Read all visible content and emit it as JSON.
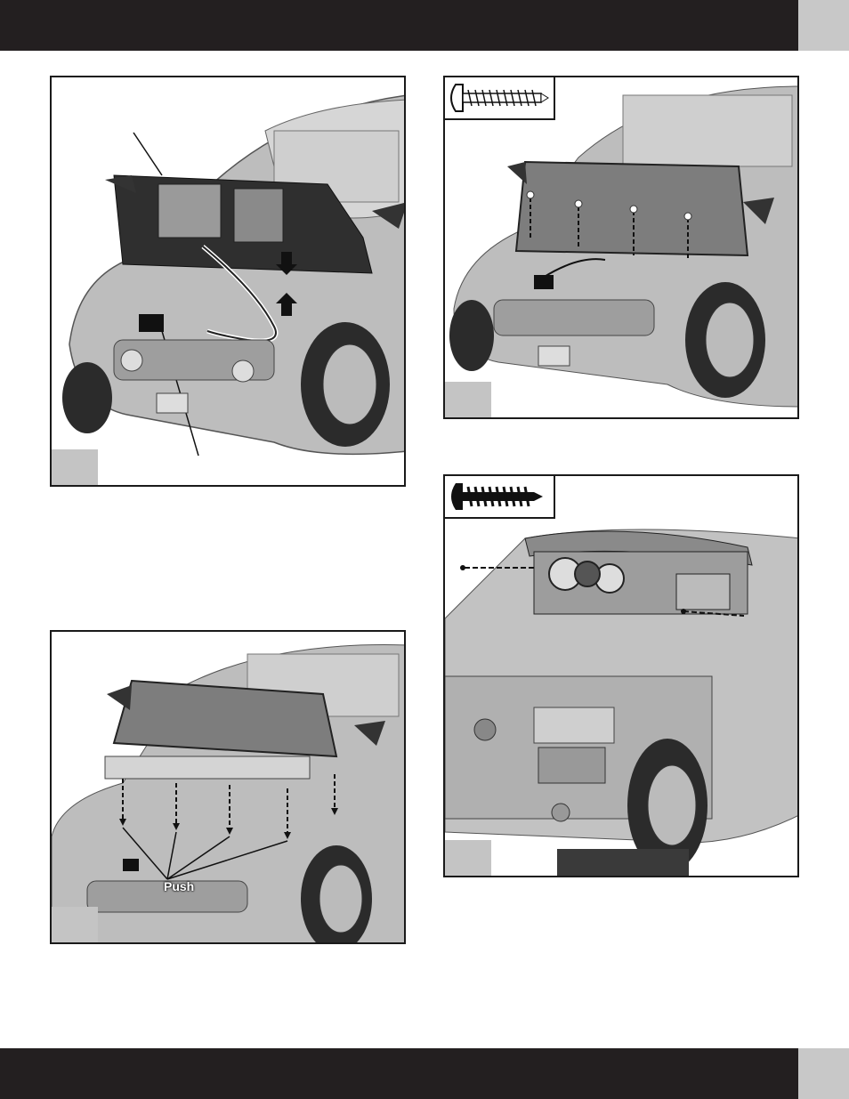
{
  "page": {
    "colors": {
      "bar": "#231f20",
      "tab": "#c8c8c8",
      "stepbox": "#c4c4c4",
      "frame": "#1a1a1a"
    }
  },
  "panels": {
    "top_left": {
      "icons": [
        "car-illustration",
        "wire-harness",
        "connector"
      ]
    },
    "top_right": {
      "icons": [
        "screw-icon",
        "car-illustration",
        "dashboard-screws"
      ]
    },
    "bottom_left": {
      "label": "Push",
      "icons": [
        "car-illustration",
        "dashboard-clips"
      ]
    },
    "bottom_right": {
      "icons": [
        "screw-icon",
        "car-rear-illustration",
        "dashboard-side-screws"
      ]
    }
  }
}
